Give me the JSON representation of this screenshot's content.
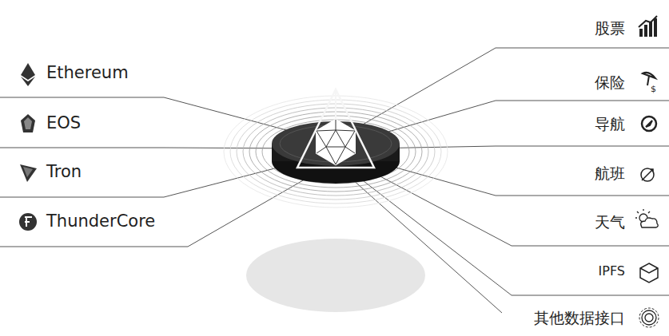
{
  "diagram": {
    "labels": [
      "Ethereum",
      "EOS",
      "Tron",
      "ThunderCore",
      "股票",
      "保险",
      "导航",
      "航班",
      "天气",
      "IPFS",
      "其他数据接口"
    ]
  }
}
